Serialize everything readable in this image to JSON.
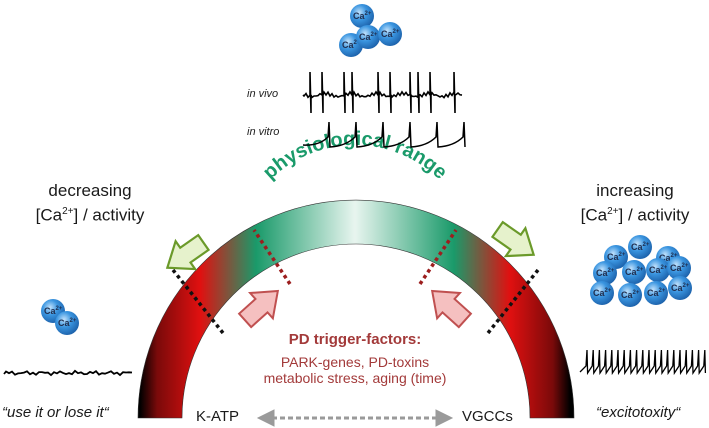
{
  "left": {
    "line1": "decreasing",
    "line2_prefix": "[Ca",
    "line2_sup": "2+",
    "line2_suffix": "] / activity",
    "quote": "“use it or lose it“"
  },
  "right": {
    "line1": "increasing",
    "line2_prefix": "[Ca",
    "line2_sup": "2+",
    "line2_suffix": "] / activity",
    "quote": "“excitotoxity“"
  },
  "arc_title": "physiological range",
  "traces": {
    "in_vivo": "in vivo",
    "in_vitro": "in vitro"
  },
  "ion": {
    "text": "Ca",
    "charge": "2+"
  },
  "trigger": {
    "title": "PD trigger-factors:",
    "line1": "PARK-genes, PD-toxins",
    "line2": "metabolic stress, aging (time)"
  },
  "channels": {
    "left": "K-ATP",
    "right": "VGCCs"
  },
  "colors": {
    "arc_green": "#1a9a6a",
    "arc_red": "#e01010",
    "trigger_red": "#a33a3a",
    "ion_blue": "#2f86d6",
    "arrow_green": "#e6f2cc",
    "arrow_pink": "#f5c0c0"
  }
}
